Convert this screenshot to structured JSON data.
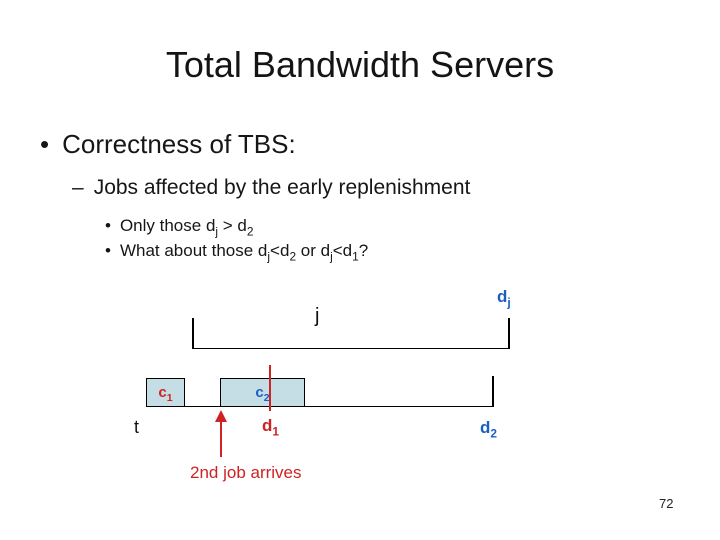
{
  "slide": {
    "title": "Total Bandwidth Servers",
    "page_number": "72"
  },
  "bullets": {
    "l1_marker": "•",
    "l1_text": "Correctness of TBS:",
    "l2_marker": "–",
    "l2_text": "Jobs affected by the early replenishment",
    "l3_marker": "•",
    "l3": {
      "p0": "Only those d",
      "s0": "j",
      "p1": " > d",
      "s1": "2"
    },
    "l4_marker": "•",
    "l4": {
      "p0": "What about those d",
      "s0": "j",
      "p1": "<d",
      "s1": "2",
      "p2": " or d",
      "s2": "j",
      "p3": "<d",
      "s3": "1",
      "p4": "?"
    }
  },
  "diagram": {
    "j_label": "j",
    "dj": {
      "base": "d",
      "sub": "j"
    },
    "c1": {
      "base": "c",
      "sub": "1"
    },
    "c2": {
      "base": "c",
      "sub": "2"
    },
    "t_label": "t",
    "d1": {
      "base": "d",
      "sub": "1"
    },
    "d2": {
      "base": "d",
      "sub": "2"
    },
    "annotation": "2nd job arrives",
    "colors": {
      "red": "#cf2222",
      "blue": "#1b5fc4",
      "box_fill": "#c5dee5",
      "box_border": "#000000",
      "line_black": "#000000"
    }
  }
}
